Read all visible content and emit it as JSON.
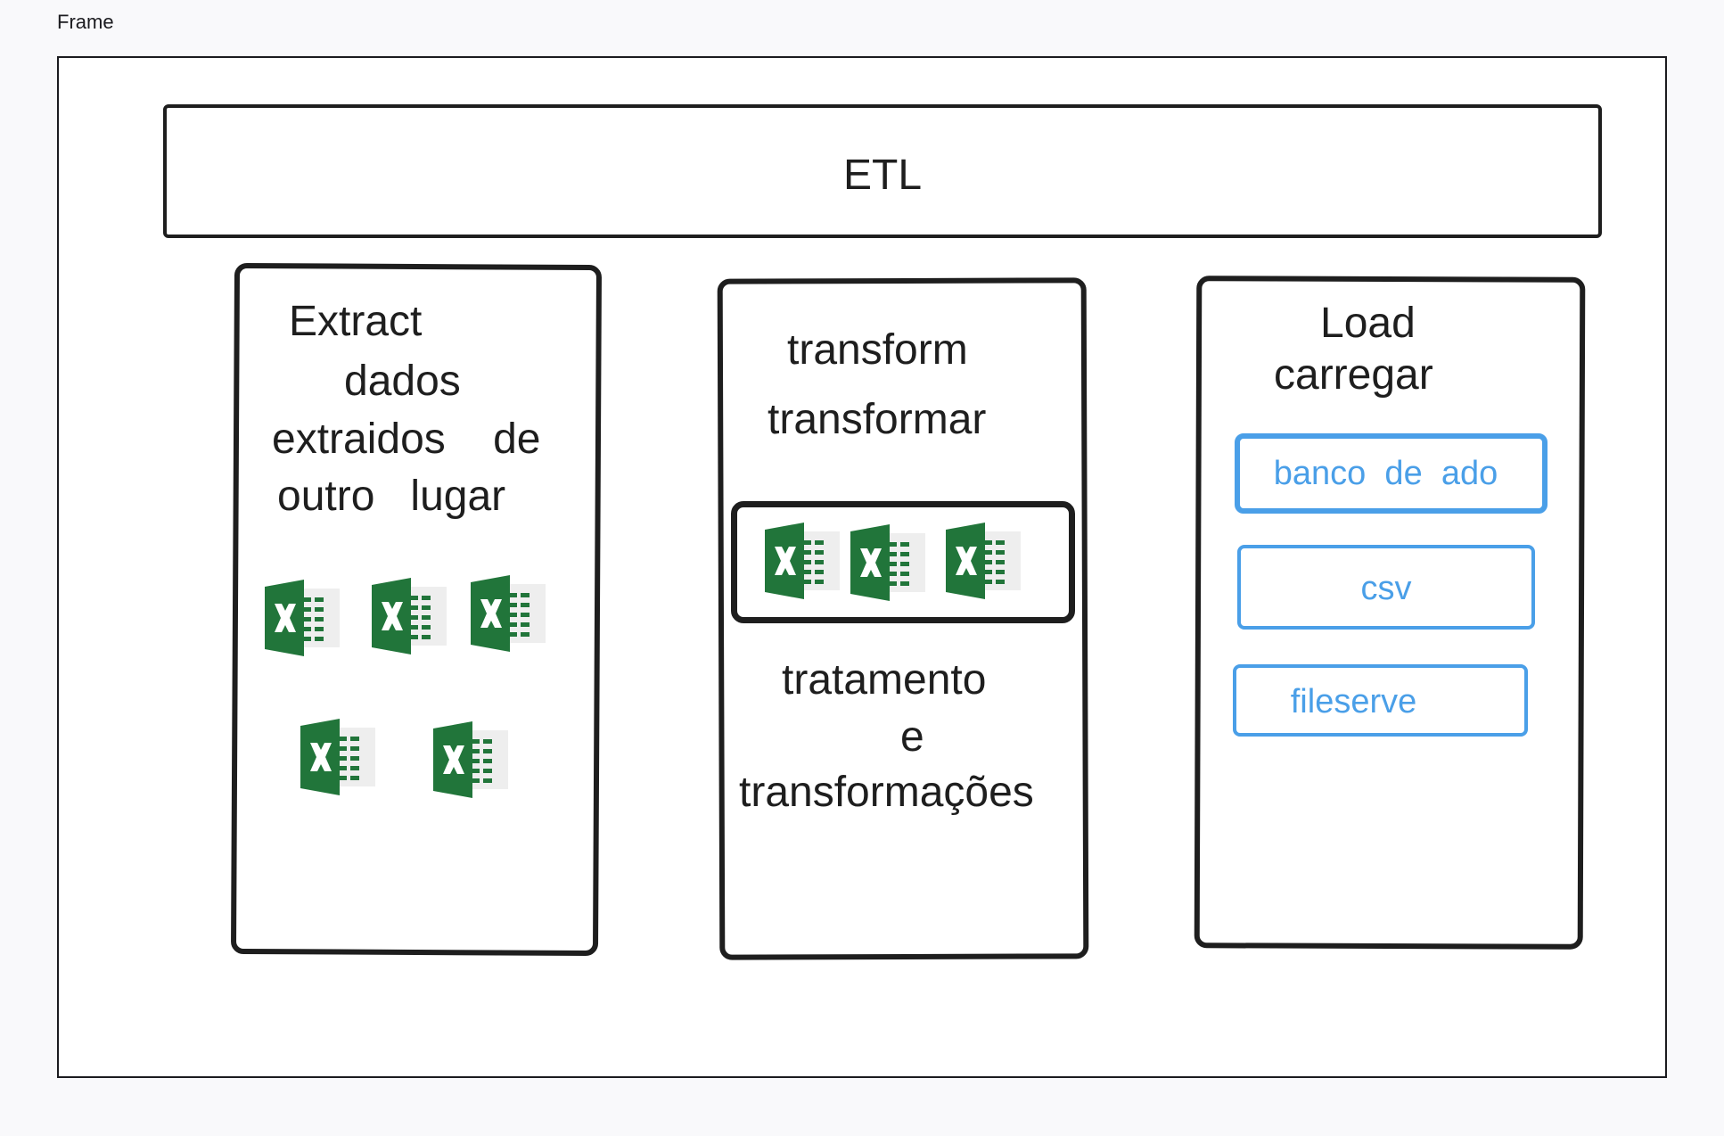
{
  "frame_label": "Frame",
  "title": "ETL",
  "extract": {
    "line1": "Extract",
    "line2": "dados",
    "line3": "extraidos    de",
    "line4": "outro   lugar"
  },
  "transform": {
    "line1": "transform",
    "line2": "transformar",
    "line3": "tratamento",
    "line4": "e",
    "line5": "transformações"
  },
  "load": {
    "line1": "Load",
    "line2": "carregar",
    "targets": [
      "banco  de  ado",
      "csv",
      "fileserve"
    ]
  },
  "colors": {
    "stroke": "#1e1e1e",
    "accent_blue": "#4a9fe8",
    "excel_green": "#21753a"
  },
  "icons": [
    "excel-icon"
  ]
}
